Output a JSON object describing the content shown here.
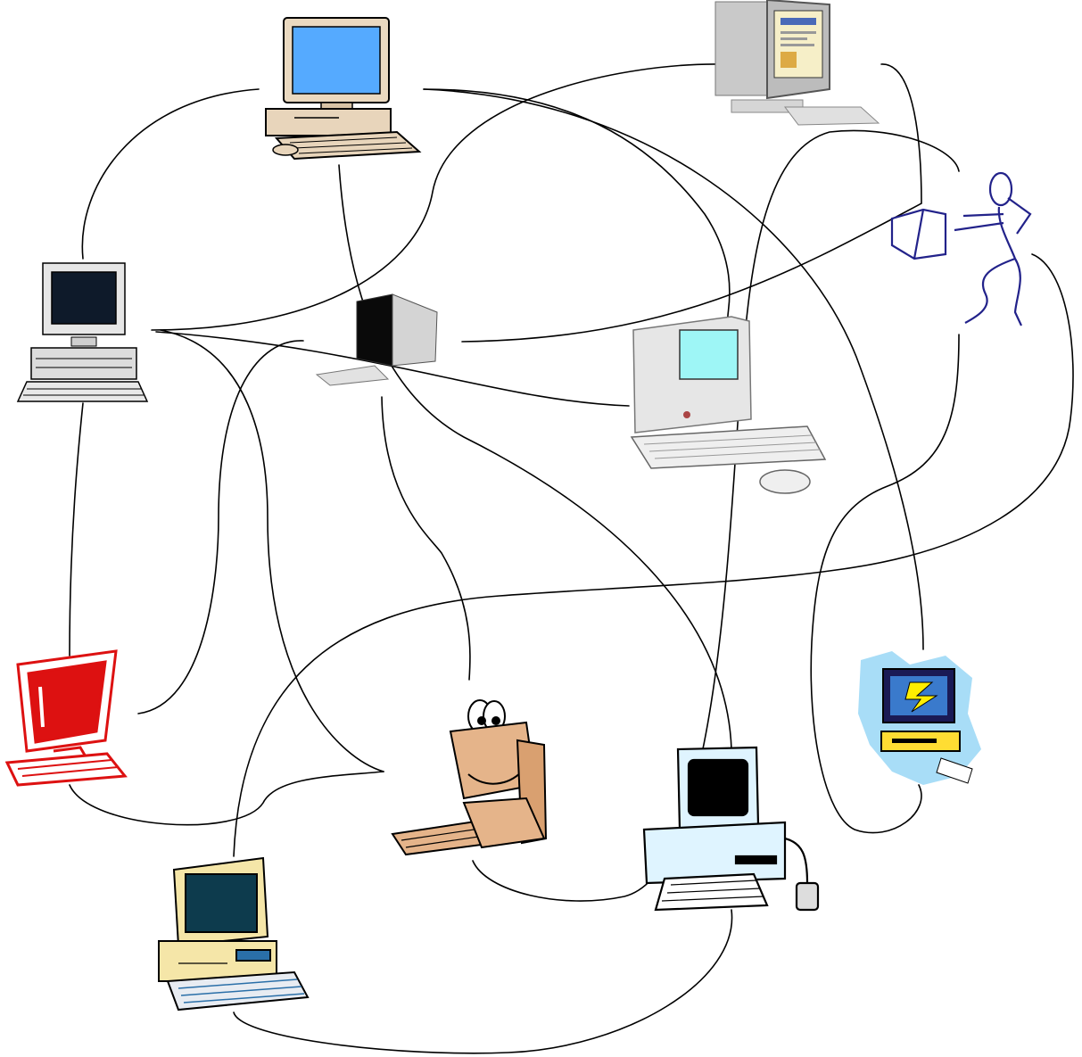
{
  "diagram": {
    "type": "computer-network",
    "nodes": [
      {
        "id": "n1",
        "name": "desktop-pc-blue-screen-icon"
      },
      {
        "id": "n2",
        "name": "crt-monitor-web-page-icon"
      },
      {
        "id": "n3",
        "name": "tower-pc-dark-screen-icon"
      },
      {
        "id": "n4",
        "name": "small-crt-monitor-icon"
      },
      {
        "id": "n5",
        "name": "macintosh-computer-icon"
      },
      {
        "id": "n6",
        "name": "stick-figure-user-icon"
      },
      {
        "id": "n7",
        "name": "red-computer-icon"
      },
      {
        "id": "n8",
        "name": "cartoon-computer-typing-icon"
      },
      {
        "id": "n9",
        "name": "workstation-mouse-icon"
      },
      {
        "id": "n10",
        "name": "lightning-monitor-icon"
      },
      {
        "id": "n11",
        "name": "beige-pc-icon"
      }
    ],
    "colors": {
      "line": "#000000",
      "navy": "#22228a",
      "red": "#dd1111",
      "blue_screen": "#55aaff",
      "cyan_screen": "#9ef6f6",
      "beige": "#f5e6a8",
      "tan": "#e5b48a",
      "light_blue_splash": "#a8ddf7"
    }
  }
}
